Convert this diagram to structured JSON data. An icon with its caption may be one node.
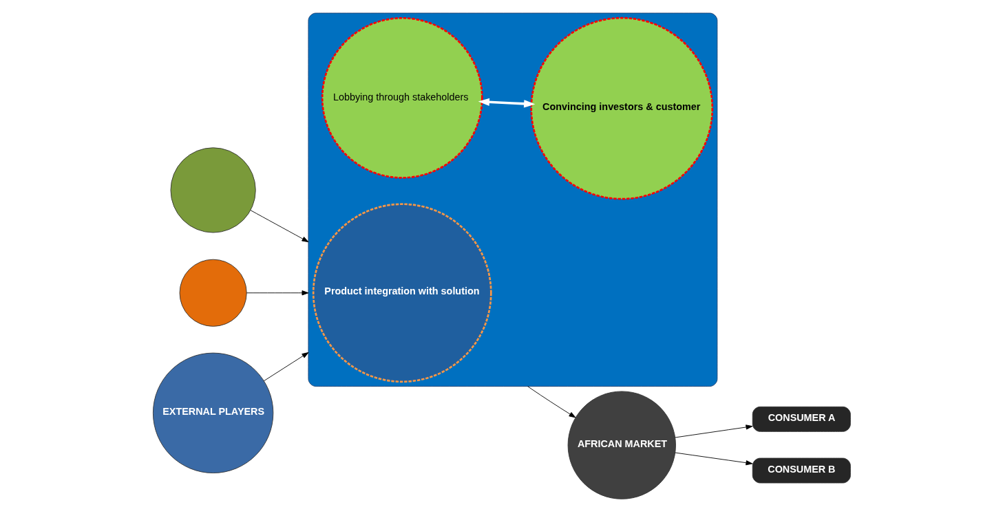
{
  "diagram": {
    "nodes": [
      {
        "text": [],
        "shape": "circle"
      },
      {
        "text": [],
        "shape": "circle"
      },
      {
        "text": [
          "EXTERNAL PLAYERS"
        ]
      },
      {
        "text": [],
        "shape": "box"
      },
      {
        "text": [
          "Lobbying through stakeholders"
        ],
        "in": 3
      },
      {
        "text": [
          "Product integration with solution"
        ],
        "in": 3
      },
      {
        "text": [
          "Convincing investors & customer"
        ],
        "in": 3
      },
      {
        "text": [
          "AFRICAN MARKET"
        ]
      },
      {
        "text": [
          "CONSUMER A"
        ]
      },
      {
        "text": [
          "CONSUMER B"
        ]
      }
    ],
    "edges": [
      {
        "from": 0,
        "to": 3,
        "arrow": "to"
      },
      {
        "from": 1,
        "to": 3,
        "arrow": "to"
      },
      {
        "from": 2,
        "to": 3,
        "arrow": "to"
      },
      {
        "from": 4,
        "to": 6,
        "arrow": "both",
        "style": "thick",
        "color": "#ffffff"
      },
      {
        "from": 3,
        "to": 7,
        "arrow": "to"
      },
      {
        "from": 7,
        "to": 8,
        "arrow": "to"
      },
      {
        "from": 7,
        "to": 9,
        "arrow": "to"
      }
    ]
  }
}
